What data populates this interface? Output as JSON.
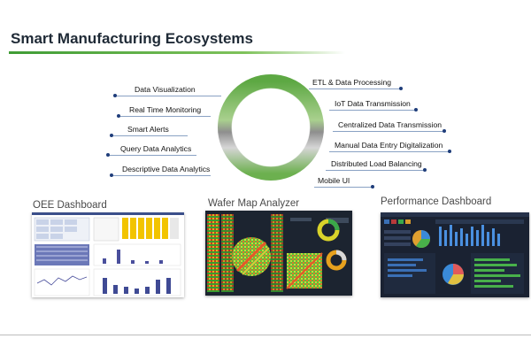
{
  "title": "Smart Manufacturing Ecosystems",
  "features_left": [
    "Data Visualization",
    "Real Time Monitoring",
    "Smart Alerts",
    "Query Data Analytics",
    "Descriptive Data Analytics"
  ],
  "features_right": [
    "ETL & Data Processing",
    "IoT Data Transmission",
    "Centralized Data Transmission",
    "Manual Data Entry Digitalization",
    "Distributed Load Balancing",
    "Mobile UI"
  ],
  "panels": [
    {
      "title": "OEE Dashboard"
    },
    {
      "title": "Wafer Map Analyzer"
    },
    {
      "title": "Performance Dashboard"
    }
  ],
  "colors": {
    "accent_green": "#3f9c35",
    "ring_grey": "#9a9a9a",
    "dot_navy": "#1f3d7a",
    "dash_dark": "#1c2430"
  }
}
